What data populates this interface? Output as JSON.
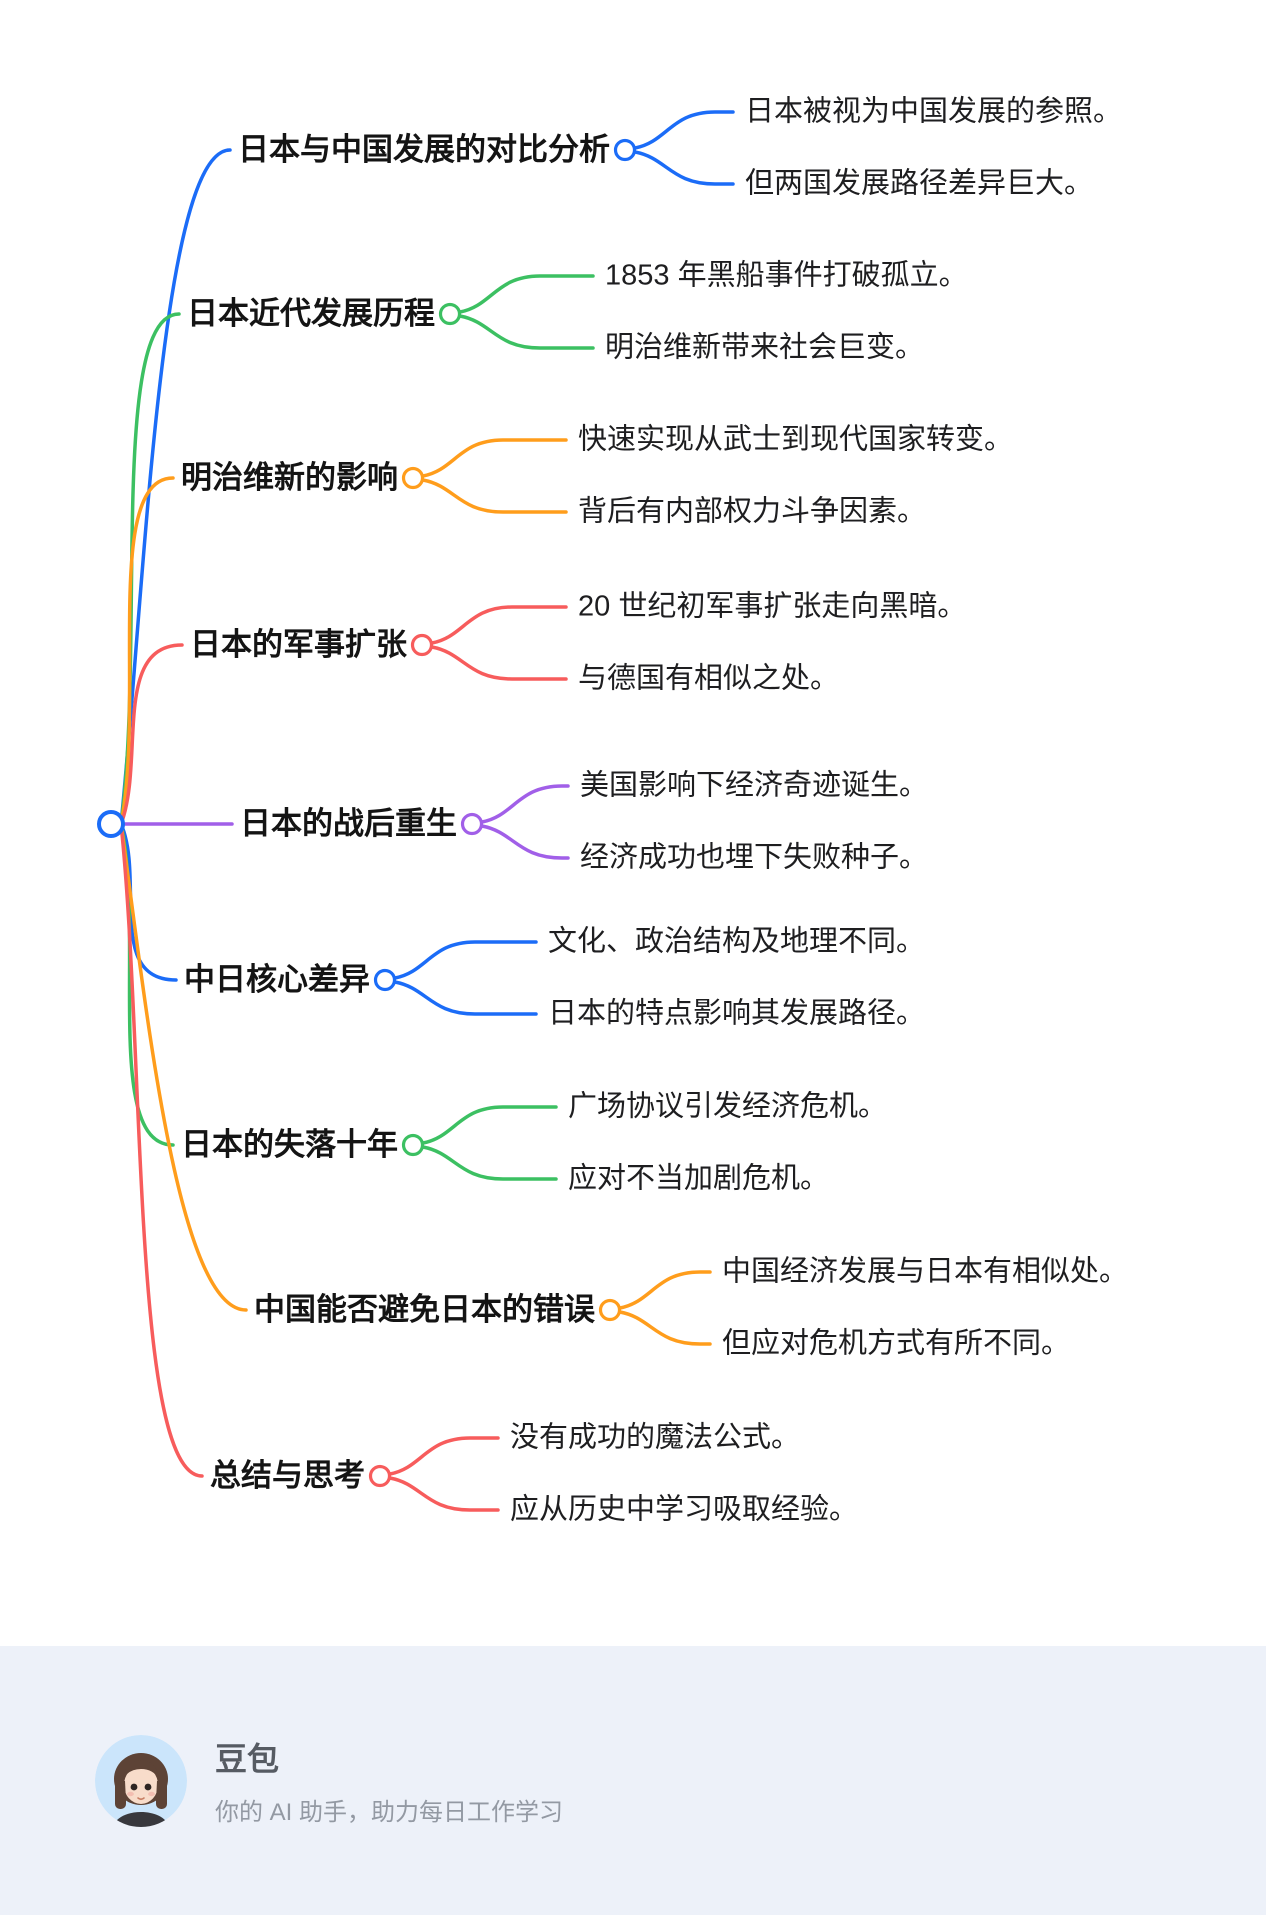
{
  "map": {
    "central": {
      "color": "#1b6cf7"
    },
    "branches": [
      {
        "label": "日本与中国发展的对比分析",
        "color": "#1b6cf7",
        "children": [
          "日本被视为中国发展的参照。",
          "但两国发展路径差异巨大。"
        ]
      },
      {
        "label": "日本近代发展历程",
        "color": "#3cc062",
        "children": [
          "1853 年黑船事件打破孤立。",
          "明治维新带来社会巨变。"
        ]
      },
      {
        "label": "明治维新的影响",
        "color": "#ff9d1c",
        "children": [
          "快速实现从武士到现代国家转变。",
          "背后有内部权力斗争因素。"
        ]
      },
      {
        "label": "日本的军事扩张",
        "color": "#f75c5c",
        "children": [
          "20 世纪初军事扩张走向黑暗。",
          "与德国有相似之处。"
        ]
      },
      {
        "label": "日本的战后重生",
        "color": "#a15fe8",
        "children": [
          "美国影响下经济奇迹诞生。",
          "经济成功也埋下失败种子。"
        ]
      },
      {
        "label": "中日核心差异",
        "color": "#1b6cf7",
        "children": [
          "文化、政治结构及地理不同。",
          "日本的特点影响其发展路径。"
        ]
      },
      {
        "label": "日本的失落十年",
        "color": "#3cc062",
        "children": [
          "广场协议引发经济危机。",
          "应对不当加剧危机。"
        ]
      },
      {
        "label": "中国能否避免日本的错误",
        "color": "#ff9d1c",
        "children": [
          "中国经济发展与日本有相似处。",
          "但应对危机方式有所不同。"
        ]
      },
      {
        "label": "总结与思考",
        "color": "#f75c5c",
        "children": [
          "没有成功的魔法公式。",
          "应从历史中学习吸取经验。"
        ]
      }
    ]
  },
  "footer": {
    "title": "豆包",
    "subtitle": "你的 AI 助手，助力每日工作学习",
    "background": "#edf1f9"
  }
}
